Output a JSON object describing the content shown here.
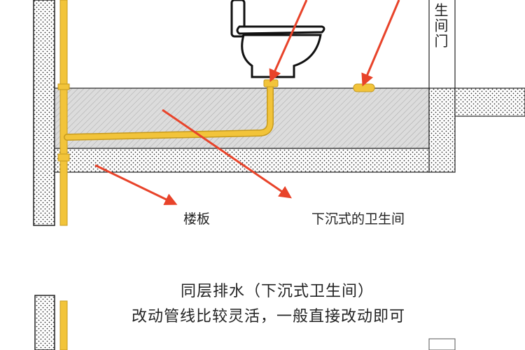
{
  "door_label": "生间门",
  "labels": {
    "floor_slab": "楼板",
    "sunken_bathroom": "下沉式的卫生间"
  },
  "caption": {
    "line1": "同层排水（下沉式卫生间）",
    "line2": "改动管线比较灵活，一般直接改动即可"
  },
  "colors": {
    "pipe": "#f2c43a",
    "arrow": "#e8432a",
    "hatch_fill": "#dcdcdc",
    "dotted_fill": "#ffffff"
  }
}
